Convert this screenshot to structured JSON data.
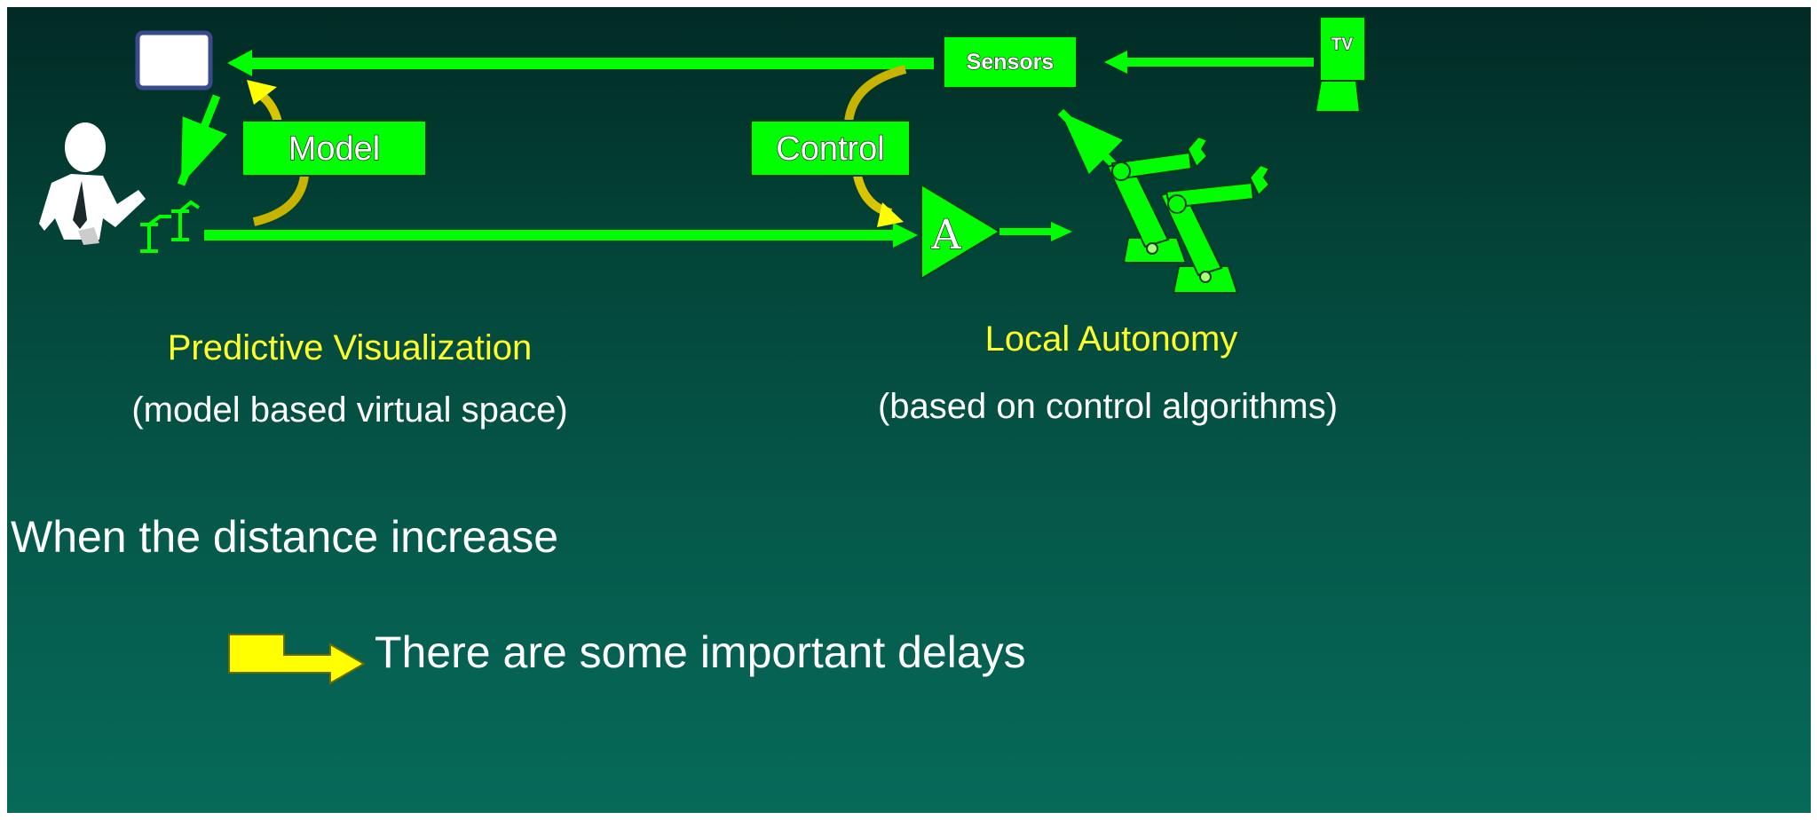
{
  "diagram": {
    "model_label": "Model",
    "control_label": "Control",
    "sensors_label": "Sensors",
    "tv_label": "TV",
    "amplifier_label": "A"
  },
  "captions": {
    "left_title": "Predictive Visualization",
    "left_subtitle": "(model based virtual space)",
    "right_title": "Local Autonomy",
    "right_subtitle": "(based on control algorithms)"
  },
  "bottom": {
    "line1": "When the distance increase",
    "line2": "There are some important delays"
  },
  "colors": {
    "background_top": "#012b24",
    "background_bottom": "#066a59",
    "green": "#00ff00",
    "yellow_arrow": "#ffff00",
    "curved_arrow": "#d8c400",
    "caption_title": "#ffff2b",
    "text": "#ffffff"
  },
  "icons": [
    "monitor-icon",
    "operator-icon",
    "robot-arm-icon",
    "tv-camera-icon",
    "amplifier-icon"
  ]
}
